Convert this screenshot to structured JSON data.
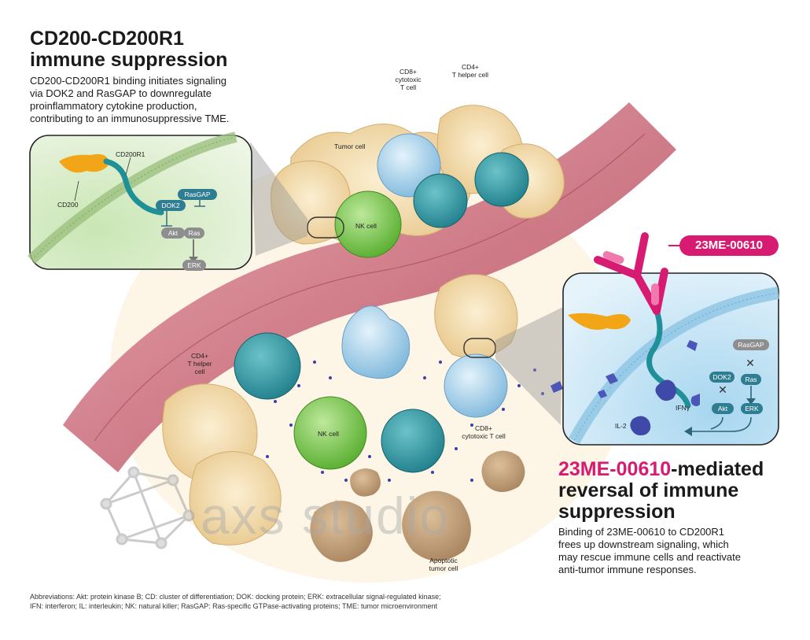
{
  "left_panel": {
    "title_line1": "CD200-CD200R1",
    "title_line2": "immune suppression",
    "desc_lines": [
      "CD200-CD200R1 binding initiates signaling",
      "via DOK2 and RasGAP to downregulate",
      "proinflammatory cytokine production,",
      "contributing to an immunosuppressive TME."
    ]
  },
  "inset_left": {
    "cd200": "CD200",
    "cd200r1": "CD200R1",
    "rasgap": "RasGAP",
    "dok2": "DOK2",
    "akt": "Akt",
    "ras": "Ras",
    "erk": "ERK"
  },
  "tumor_labels": {
    "cd8_top": [
      "CD8+",
      "cytotoxic",
      "T cell"
    ],
    "cd4_top": [
      "CD4+",
      "T helper cell"
    ],
    "tumor_cell": "Tumor cell",
    "nk_top": "NK cell",
    "cd4_bottom": [
      "CD4+",
      "T helper",
      "cell"
    ],
    "nk_bottom": "NK cell",
    "cd8_bottom": [
      "CD8+",
      "cytotoxic T cell"
    ],
    "apoptotic": [
      "Apoptotic",
      "tumor cell"
    ]
  },
  "drug_badge": "23ME-00610",
  "inset_right": {
    "rasgap": "RasGAP",
    "dok2": "DOK2",
    "ras": "Ras",
    "akt": "Akt",
    "erk": "ERK",
    "ifng": "IFNγ",
    "il2": "IL-2"
  },
  "right_panel": {
    "title_highlight": "23ME-00610",
    "title_rest1": "-mediated",
    "title_line2": "reversal of immune",
    "title_line3": "suppression",
    "desc_lines": [
      "Binding of 23ME-00610 to CD200R1",
      "frees up downstream signaling, which",
      "may rescue immune cells and reactivate",
      "anti-tumor immune responses."
    ]
  },
  "watermark": "axs studio",
  "abbreviations": [
    "Abbreviations: Akt: protein kinase B; CD: cluster of differentiation; DOK: docking protein; ERK: extracellular signal-regulated kinase;",
    "IFN: interferon; IL: interleukin; NK: natural killer;  RasGAP: Ras-specific GTPase-activating proteins; TME: tumor microenvironment"
  ],
  "colors": {
    "magenta": "#d81b72",
    "teal": "#1d8a95",
    "tumor": "#f2dcae",
    "vessel": "#c8586a",
    "nk": "#7cc94a",
    "tcell_light": "#a8d3ec",
    "pill_blue": "#2f7d93",
    "pill_gray": "#8e8e8e"
  }
}
